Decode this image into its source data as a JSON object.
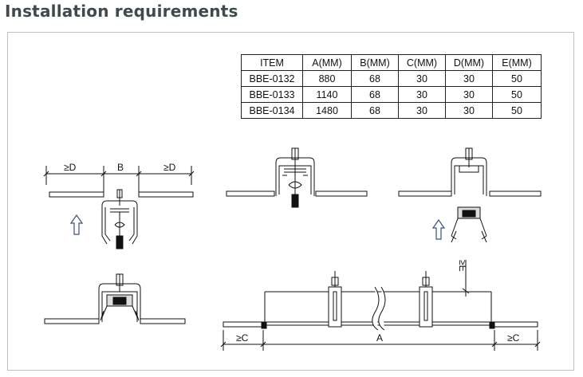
{
  "title": "Installation requirements",
  "spec_table": {
    "headers": [
      "ITEM",
      "A(MM)",
      "B(MM)",
      "C(MM)",
      "D(MM)",
      "E(MM)"
    ],
    "rows": [
      [
        "BBE-0132",
        "880",
        "68",
        "30",
        "30",
        "50"
      ],
      [
        "BBE-0133",
        "1140",
        "68",
        "30",
        "30",
        "50"
      ],
      [
        "BBE-0134",
        "1480",
        "68",
        "30",
        "30",
        "50"
      ]
    ]
  },
  "labels": {
    "d_left": "≥D",
    "b": "B",
    "d_right": "≥D",
    "c_left": "≥C",
    "a": "A",
    "c_right": "≥C",
    "e": "≥E"
  },
  "colors": {
    "line": "#111111",
    "arrow": "#3a4f7a",
    "frame": "#bfbfbf",
    "title": "#3f4a4f"
  }
}
